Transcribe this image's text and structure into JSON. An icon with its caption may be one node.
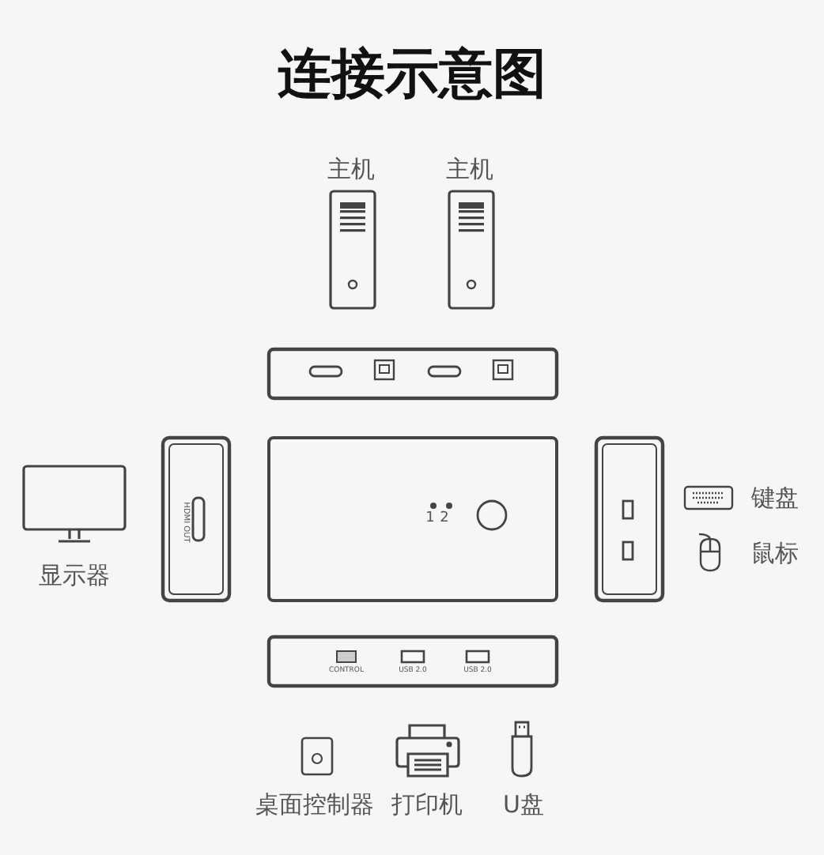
{
  "diagram": {
    "title": "连接示意图",
    "nodes": [
      {
        "text": [
          "主机"
        ]
      },
      {
        "text": [
          "主机"
        ]
      },
      {
        "text": [
          "显示器"
        ]
      },
      {
        "text": [
          "键盘"
        ]
      },
      {
        "text": [
          "鼠标"
        ]
      },
      {
        "text": [
          "桌面控制器"
        ]
      },
      {
        "text": [
          "打印机"
        ]
      },
      {
        "text": [
          "U盘"
        ]
      }
    ],
    "labels": [
      "HDMI OUT",
      "1",
      "2",
      "CONTROL",
      "USB 2.0",
      "USB 2.0"
    ]
  }
}
